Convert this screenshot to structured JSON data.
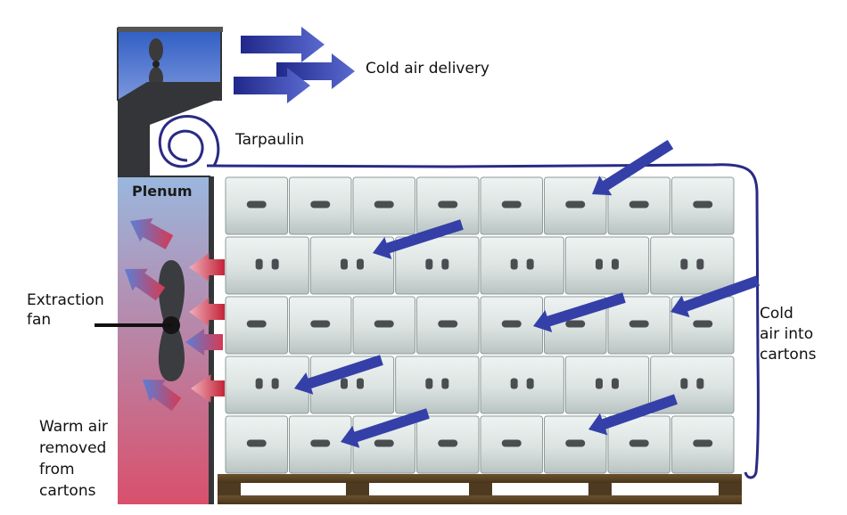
{
  "labels": {
    "cold_air_delivery": "Cold air delivery",
    "tarpaulin": "Tarpaulin",
    "plenum": "Plenum",
    "extraction_fan_1": "Extraction",
    "extraction_fan_2": "fan",
    "cold_air_cartons_1": "Cold",
    "cold_air_cartons_2": "air into",
    "cold_air_cartons_3": "cartons",
    "warm_air_1": "Warm air",
    "warm_air_2": "removed",
    "warm_air_3": "from",
    "warm_air_4": "cartons"
  },
  "carton_rows": [
    {
      "type": "slot"
    },
    {
      "type": "holes"
    },
    {
      "type": "slot"
    },
    {
      "type": "holes"
    },
    {
      "type": "slot"
    }
  ],
  "colors": {
    "cold_air": "#2e3a9e",
    "warm_air": "#c8283a",
    "carton": "#dde6e4",
    "plenum_top": "#9ab7de",
    "plenum_bottom": "#d9506c",
    "pallet": "#5a4226",
    "tarpaulin": "#2a2a86"
  }
}
